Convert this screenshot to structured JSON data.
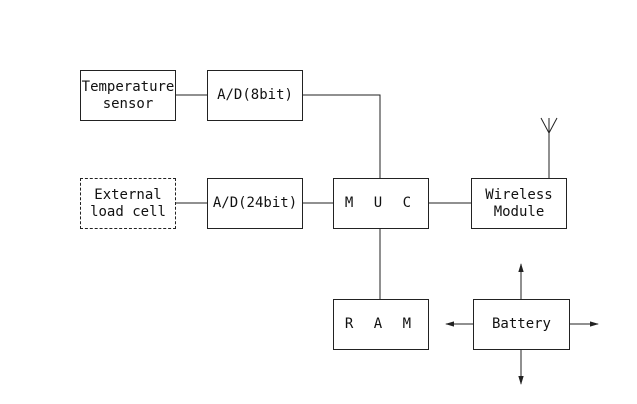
{
  "blocks": {
    "temperature_sensor": "Temperature\nsensor",
    "ad_8bit": "A/D(8bit)",
    "external_load_cell": "External\nload cell",
    "ad_24bit": "A/D(24bit)",
    "muc": "M U C",
    "wireless_module": "Wireless\nModule",
    "ram": "R A M",
    "battery": "Battery"
  },
  "colors": {
    "line": "#222222",
    "background": "#ffffff"
  }
}
